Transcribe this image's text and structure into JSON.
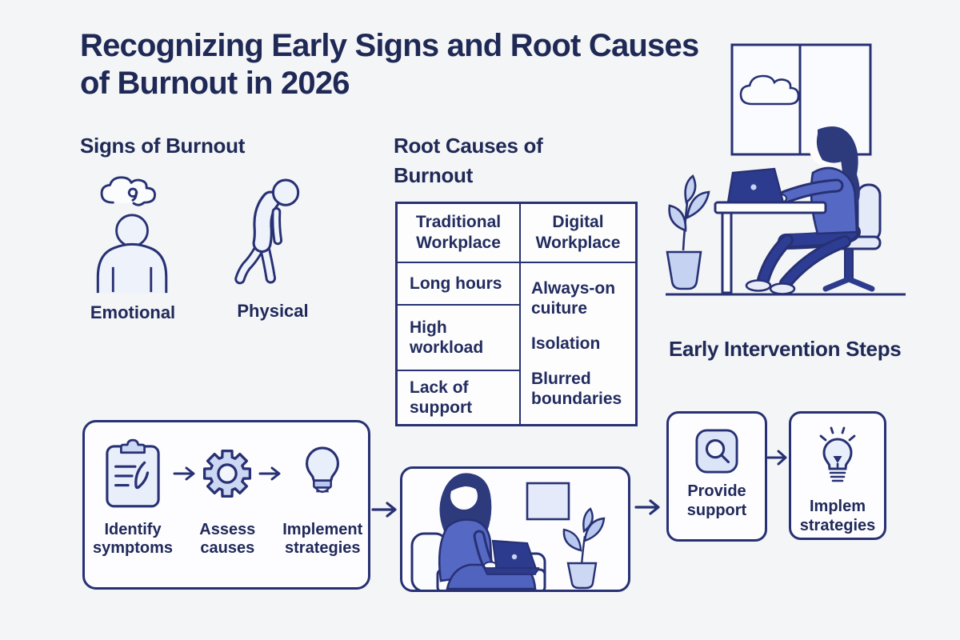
{
  "colors": {
    "background": "#f4f5f7",
    "navy_text": "#1f2956",
    "outline_navy": "#273173",
    "blue_medium": "#5568c4",
    "blue_dark": "#2d3b8e",
    "blue_light_fill": "#ccd7f4",
    "blue_pale_fill": "#e9eefb",
    "box_background": "#fdfdff"
  },
  "title": "Recognizing Early Signs and Root Causes of Burnout in 2026",
  "signs": {
    "heading": "Signs of Burnout",
    "items": [
      {
        "label": "Emotional",
        "icon": "thought-cloud-person-icon"
      },
      {
        "label": "Physical",
        "icon": "hunched-person-icon"
      }
    ]
  },
  "root_causes": {
    "heading": "Root Causes of Burnout",
    "table": {
      "headers": [
        "Traditional Workplace",
        "Digital Workplace"
      ],
      "traditional": [
        "Long hours",
        "High workload",
        "Lack of support"
      ],
      "digital": [
        "Always-on cuiture",
        "Isolation",
        "Blurred boundaries"
      ]
    }
  },
  "intervention": {
    "heading": "Early Intervention Steps",
    "steps": [
      {
        "label": "Identify symptoms",
        "icon": "clipboard-checklist-icon"
      },
      {
        "label": "Assess causes",
        "icon": "gear-icon"
      },
      {
        "label": "Implement strategies",
        "icon": "lightbulb-icon"
      }
    ],
    "support": {
      "label": "Provide support",
      "icon": "search-icon"
    },
    "implement": {
      "label": "Implem strategies",
      "icon": "lightbulb-rays-icon"
    }
  },
  "illustrations": [
    "woman-working-at-desk-illustration",
    "woman-on-couch-with-laptop-illustration"
  ]
}
